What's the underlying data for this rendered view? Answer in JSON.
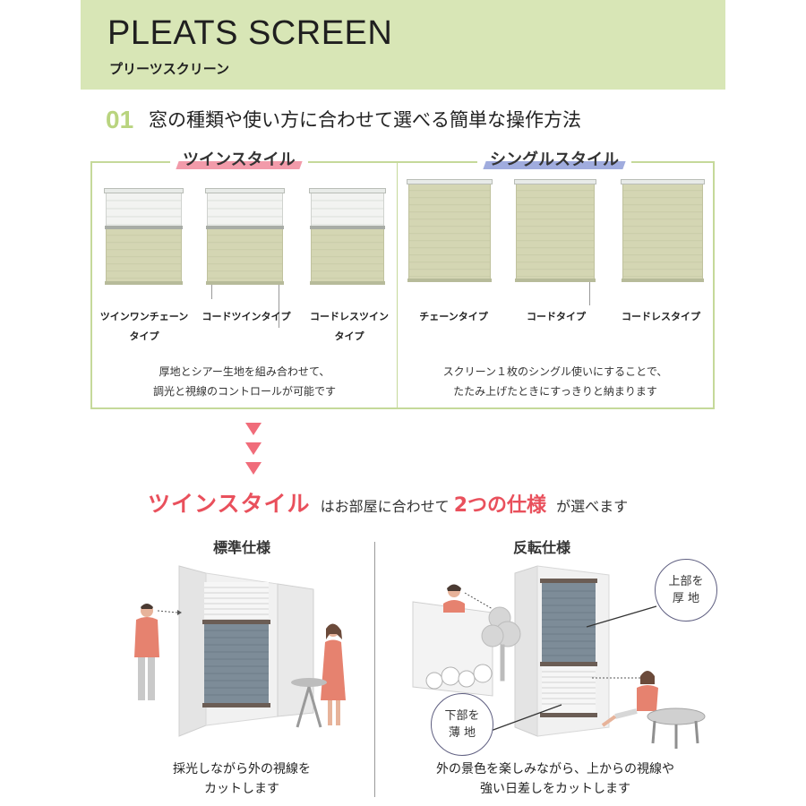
{
  "header": {
    "title": "PLEATS SCREEN",
    "subtitle": "プリーツスクリーン"
  },
  "section": {
    "number": "01",
    "title": "窓の種類や使い方に合わせて選べる簡単な操作方法"
  },
  "twin_panel": {
    "heading": "ツインスタイル",
    "products": [
      {
        "line1": "ツインワンチェーン",
        "line2": "タイプ"
      },
      {
        "line1": "コードツインタイプ",
        "line2": ""
      },
      {
        "line1": "コードレスツイン",
        "line2": "タイプ"
      }
    ],
    "description_line1": "厚地とシアー生地を組み合わせて、",
    "description_line2": "調光と視線のコントロールが可能です"
  },
  "single_panel": {
    "heading": "シングルスタイル",
    "products": [
      {
        "line1": "チェーンタイプ"
      },
      {
        "line1": "コードタイプ"
      },
      {
        "line1": "コードレスタイプ"
      }
    ],
    "description_line1": "スクリーン１枚のシングル使いにすることで、",
    "description_line2": "たたみ上げたときにすっきりと納まります"
  },
  "headline": {
    "part1": "ツインスタイル",
    "part2": "はお部屋に合わせて",
    "part3": "2つの仕様",
    "part4": "が選べます"
  },
  "standard": {
    "title": "標準仕様",
    "caption_line1": "採光しながら外の視線を",
    "caption_line2": "カットします"
  },
  "reverse": {
    "title": "反転仕様",
    "bubble_top_line1": "上部を",
    "bubble_top_line2": "厚 地",
    "bubble_bottom_line1": "下部を",
    "bubble_bottom_line2": "薄 地",
    "caption_line1": "外の景色を楽しみながら、上からの視線や",
    "caption_line2": "強い日差しをカットします"
  },
  "colors": {
    "header_bg": "#d8e6b6",
    "accent_green": "#b9d47f",
    "accent_pink": "#f08a9b",
    "accent_blue": "#8f9ed8",
    "headline_red": "#e9505c",
    "thick_fabric_blue": "#7d8c98"
  }
}
